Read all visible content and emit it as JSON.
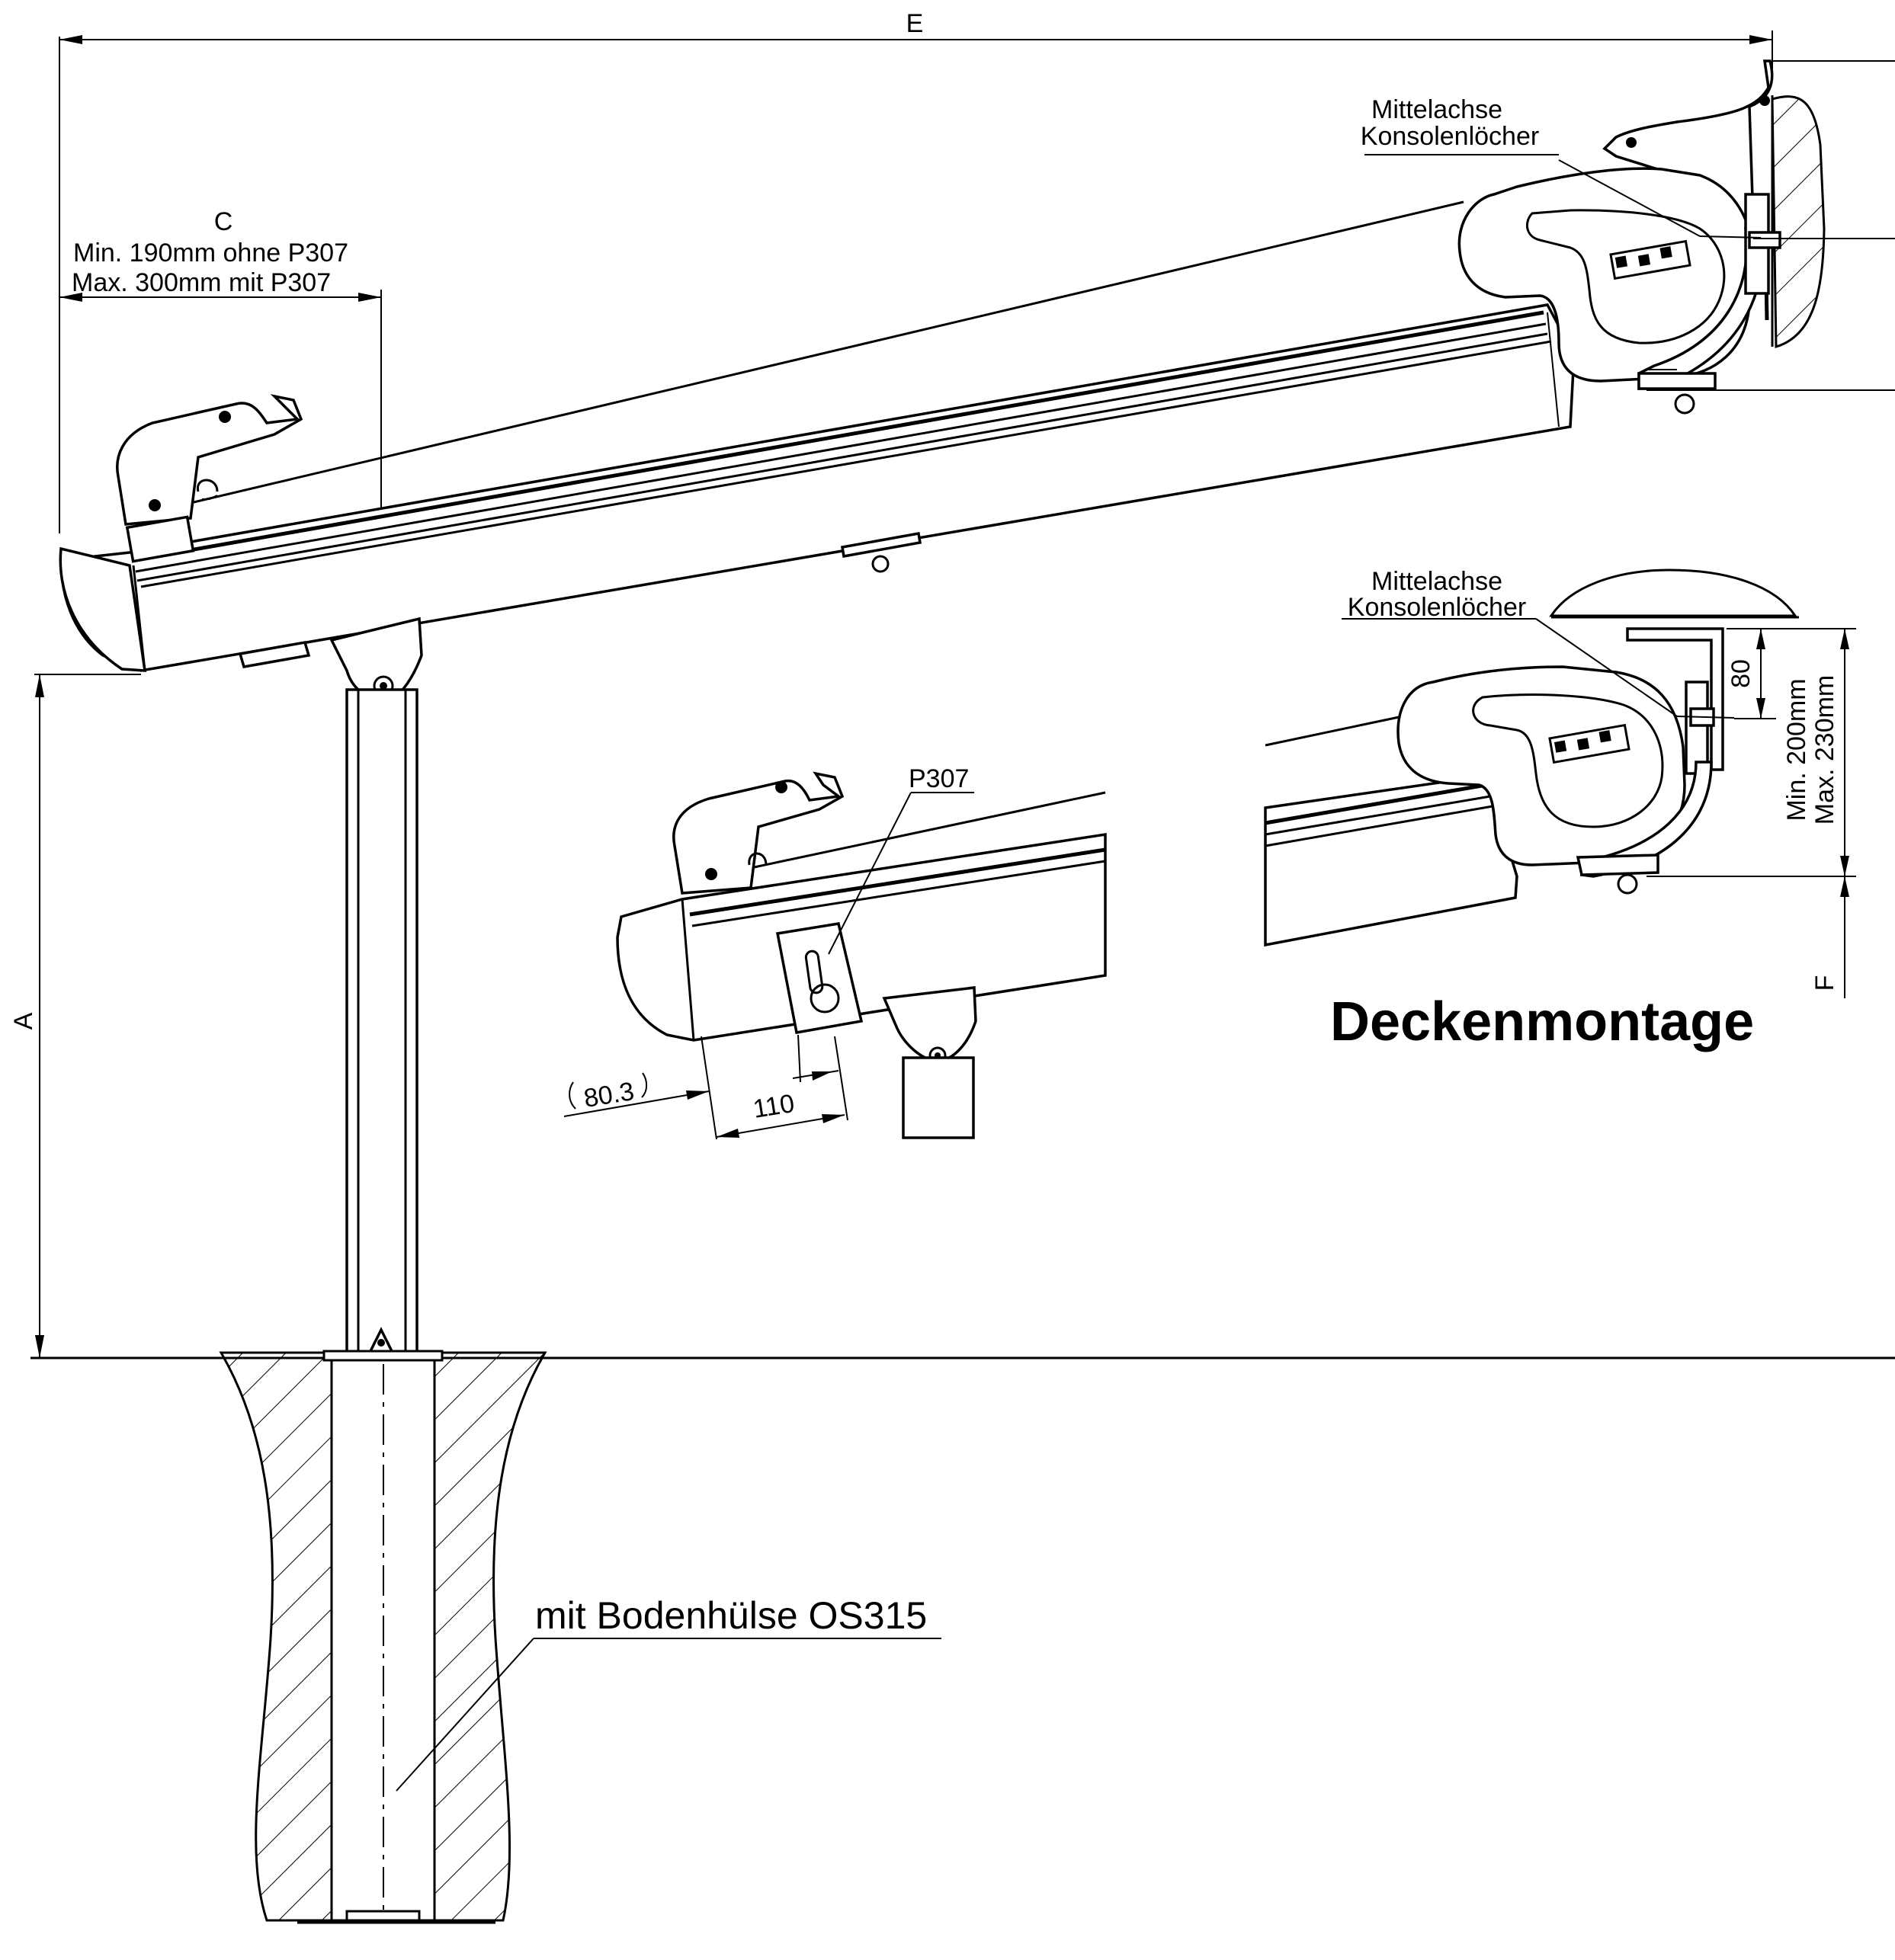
{
  "labels": {
    "dim_e": "E",
    "dim_c": "C",
    "c_min": "Min.  190mm ohne P307",
    "c_max": "Max. 300mm mit    P307",
    "dim_a": "A",
    "dim_f": "F",
    "mittelachse_top": "Mittelachse",
    "konsolen_top": "Konsolenlöcher",
    "mittelachse_ceiling": "Mittelachse",
    "konsolen_ceiling": "Konsolenlöcher",
    "p307": "P307",
    "dim_80_3": "80.3",
    "dim_110": "110",
    "dim_80": "80",
    "min_200": "Min.  200mm",
    "max_230": "Max. 230mm",
    "deckenmontage": "Deckenmontage",
    "bodenhuelse": "mit Bodenhülse OS315"
  }
}
